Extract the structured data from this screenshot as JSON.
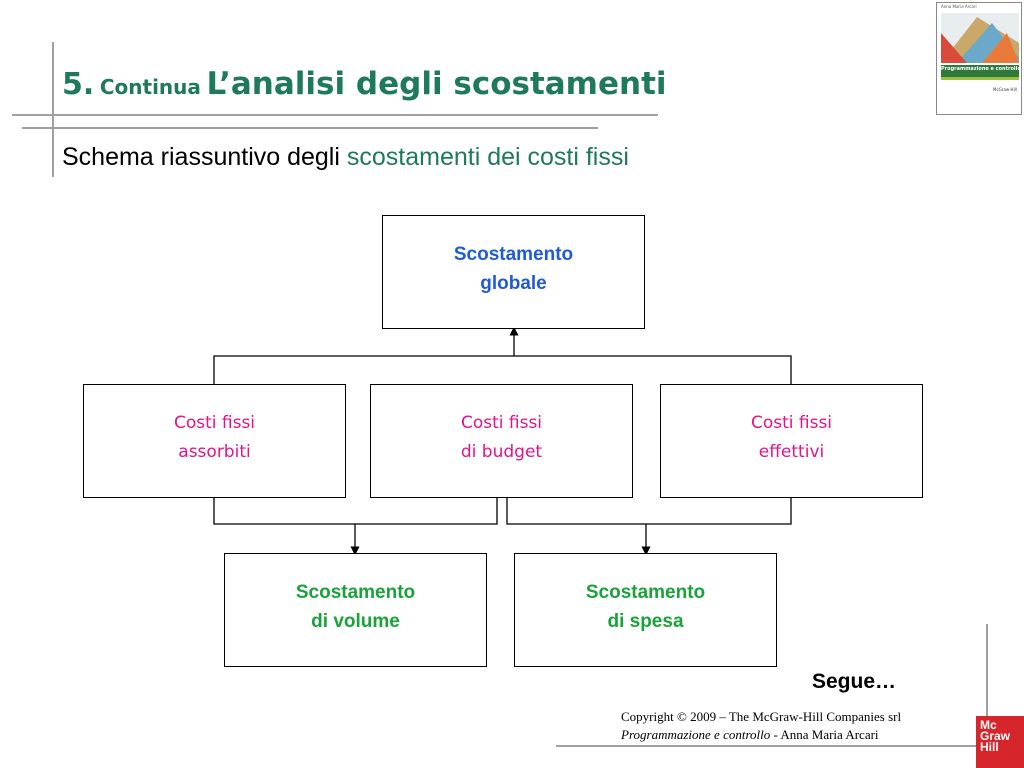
{
  "slide": {
    "title_number": "5.",
    "title_small": "Continua",
    "title_main": "L’analisi degli scostamenti",
    "subtitle_prefix": "Schema riassuntivo degli",
    "subtitle_accent": "scostamenti dei costi fissi"
  },
  "diagram": {
    "top": {
      "line1": "Scostamento",
      "line2": "globale"
    },
    "middle": [
      {
        "line1": "Costi fissi",
        "line2": "assorbiti"
      },
      {
        "line1": "Costi fissi",
        "line2": "di budget"
      },
      {
        "line1": "Costi fissi",
        "line2": "effettivi"
      }
    ],
    "bottom": [
      {
        "line1": "Scostamento",
        "line2": "di volume"
      },
      {
        "line1": "Scostamento",
        "line2": "di spesa"
      }
    ]
  },
  "footer": {
    "segue": "Segue…",
    "copyright": "Copyright © 2009 – The McGraw-Hill Companies srl",
    "book_title": "Programmazione e controllo",
    "author": "- Anna Maria Arcari"
  },
  "book_cover": {
    "cover_title": "Programmazione e controllo",
    "author_small": "Anna Maria Arcari",
    "publisher_small": "McGraw-Hill"
  },
  "logo": {
    "line1": "Mc",
    "line2": "Graw",
    "line3": "Hill"
  },
  "colors": {
    "title": "#1e7a5a",
    "top_box_text": "#1f5bd6",
    "middle_box_text": "#e0148c",
    "bottom_box_text": "#1aa33a",
    "logo_bg": "#d7262b"
  }
}
